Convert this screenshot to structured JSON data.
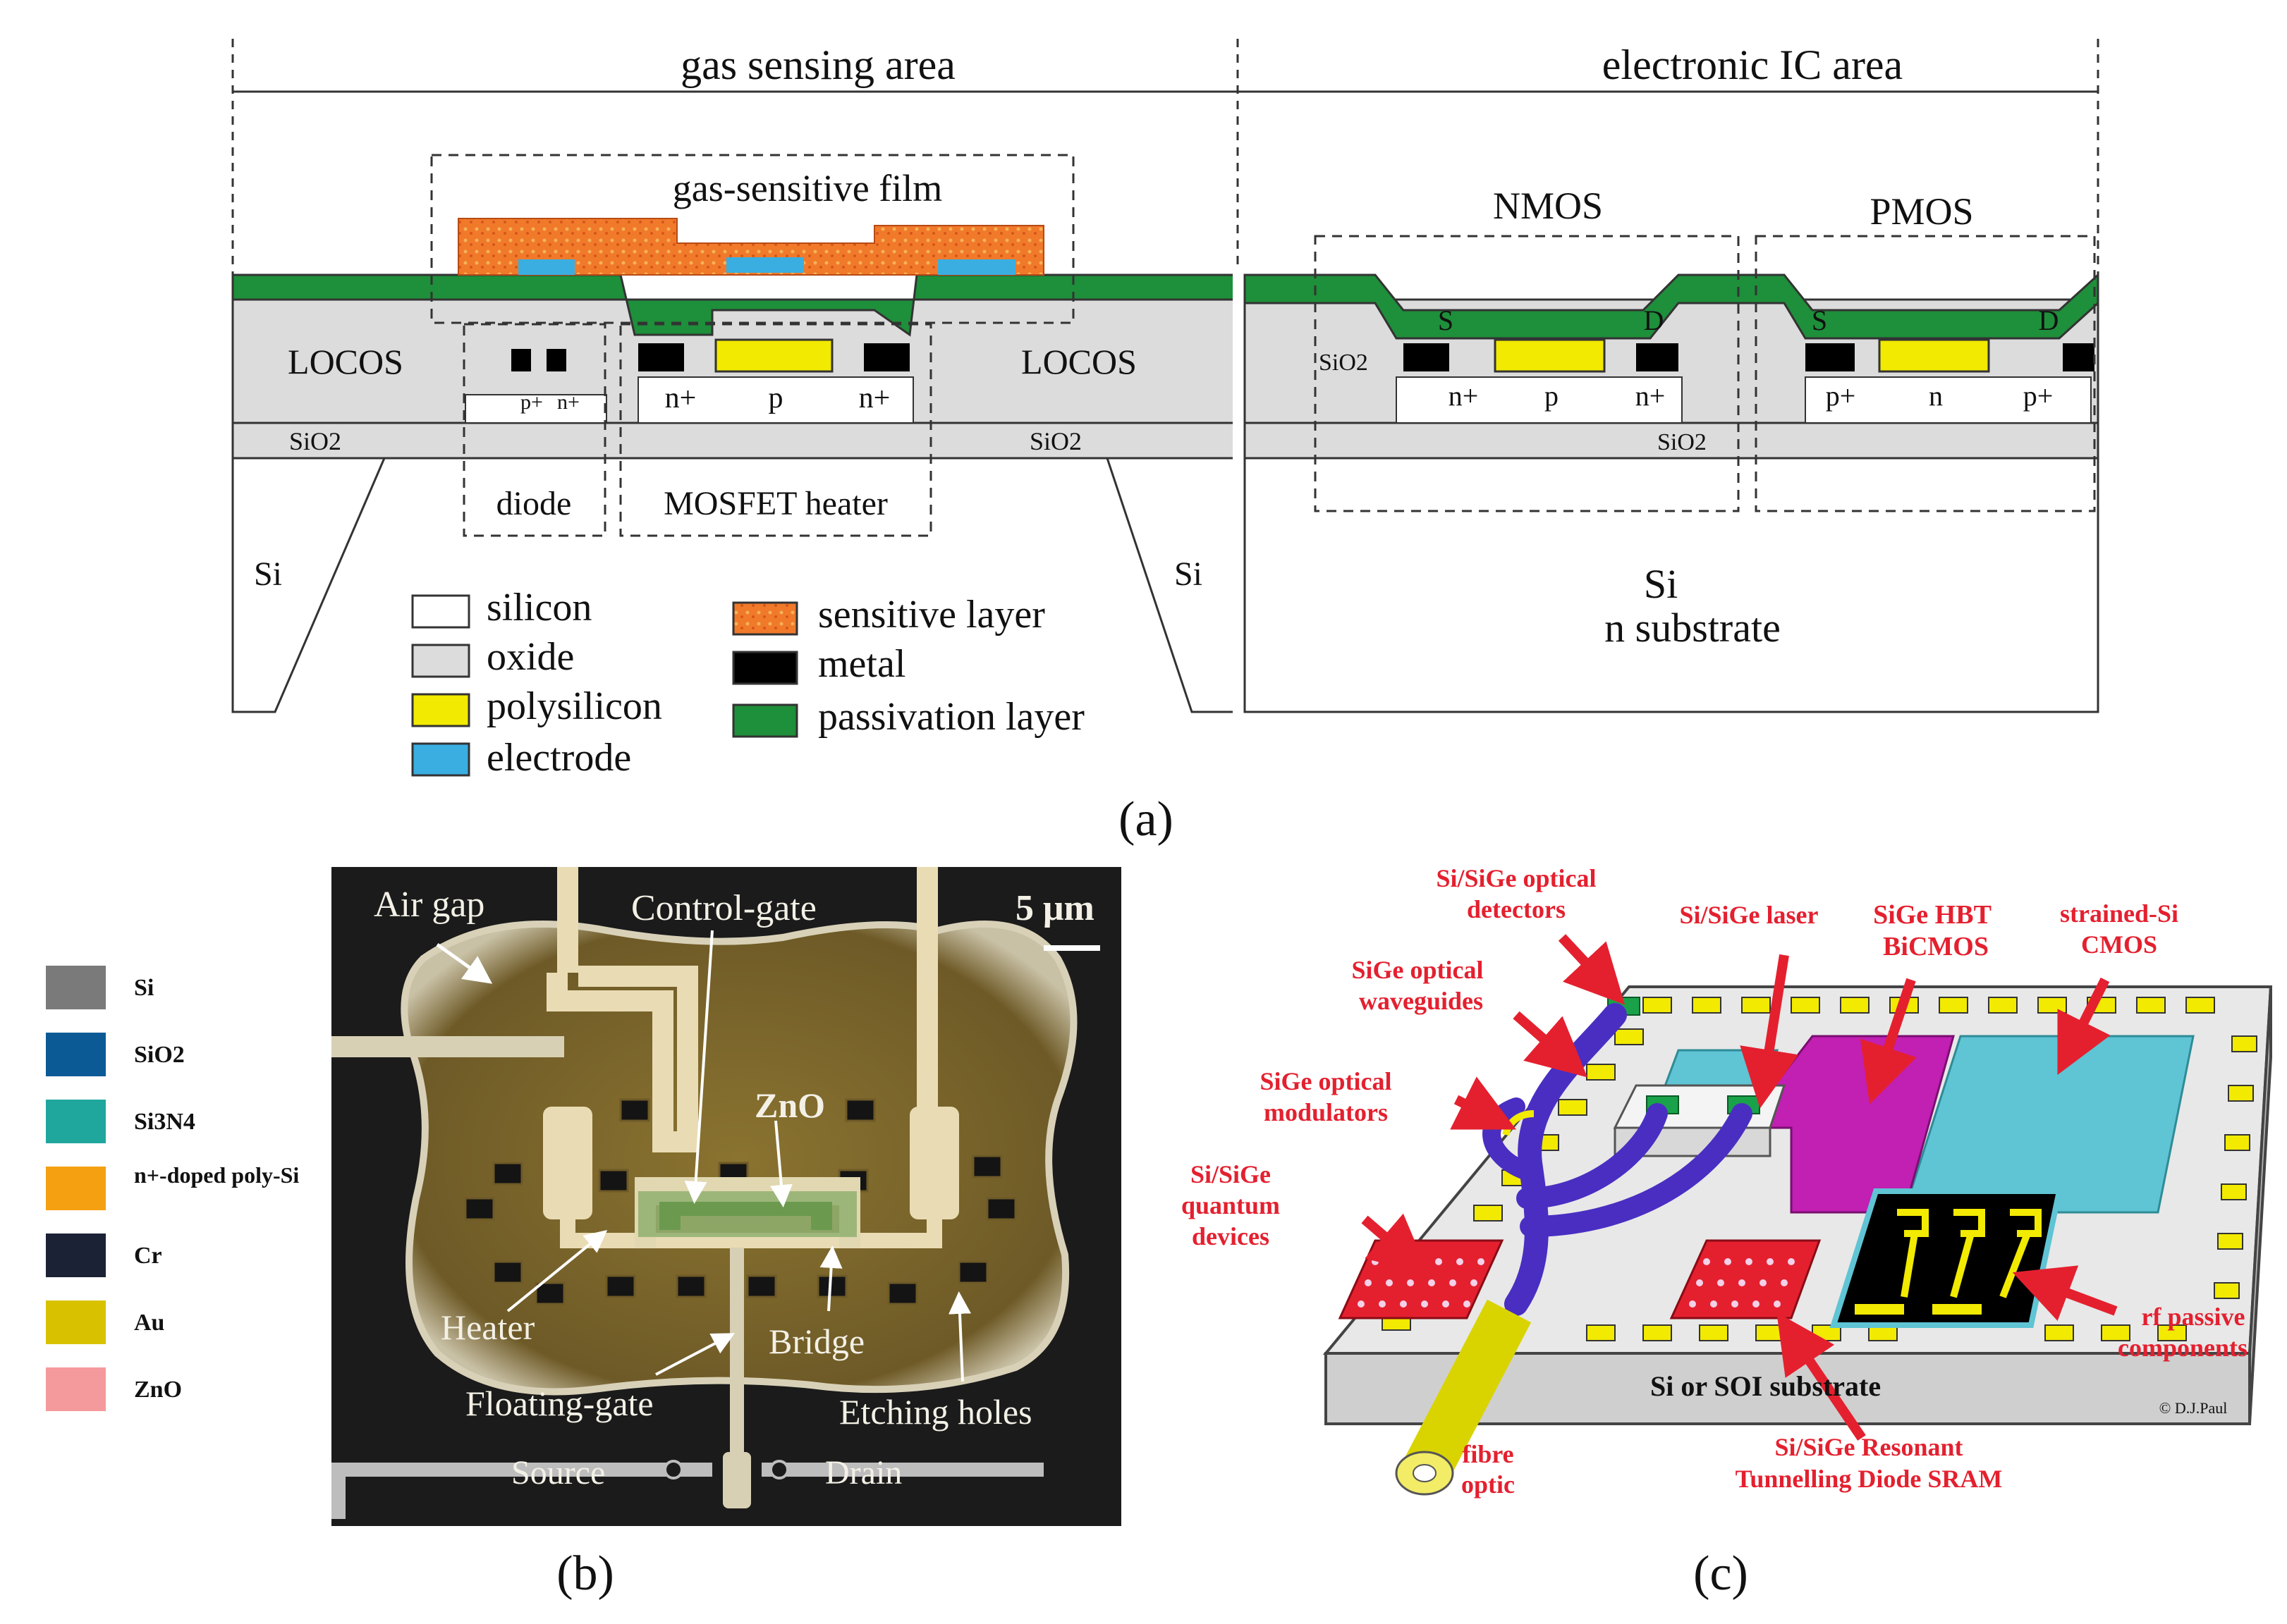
{
  "panel_a": {
    "areas": {
      "gas": "gas sensing area",
      "ic": "electronic IC area"
    },
    "film_title": "gas-sensitive film",
    "locos_left": "LOCOS",
    "locos_right": "LOCOS",
    "sio2_left": "SiO2",
    "sio2_mid": "SiO2",
    "sio2_ic_left": "SiO2",
    "sio2_ic_bottom": "SiO2",
    "diode_doping": [
      "p+",
      "n+"
    ],
    "mosfet_doping": [
      "n+",
      "p",
      "n+"
    ],
    "nmos_doping": [
      "n+",
      "p",
      "n+"
    ],
    "pmos_doping": [
      "p+",
      "n",
      "p+"
    ],
    "diode_label": "diode",
    "mosfet_label": "MOSFET heater",
    "nmos_label": "NMOS",
    "pmos_label": "PMOS",
    "source": "S",
    "drain": "D",
    "si_left": "Si",
    "si_mid": "Si",
    "si_substrate": "Si",
    "n_substrate": "n substrate",
    "legend": [
      {
        "label": "silicon",
        "color": "#ffffff"
      },
      {
        "label": "oxide",
        "color": "#dcdcdc"
      },
      {
        "label": "polysilicon",
        "color": "#f2ea00"
      },
      {
        "label": "electrode",
        "color": "#3aaee0"
      },
      {
        "label": "sensitive layer",
        "color": "#f07a2a"
      },
      {
        "label": "metal",
        "color": "#000000"
      },
      {
        "label": "passivation layer",
        "color": "#1e8f3a"
      }
    ],
    "caption": "(a)"
  },
  "panel_b": {
    "legend": [
      {
        "label": "Si",
        "color": "#7a7a7a"
      },
      {
        "label": "SiO2",
        "color": "#0b5a96"
      },
      {
        "label": "Si3N4",
        "color": "#1fa79e"
      },
      {
        "label": "n+-doped poly-Si",
        "color": "#f5a011"
      },
      {
        "label": "Cr",
        "color": "#1c2236"
      },
      {
        "label": "Au",
        "color": "#d8c200"
      },
      {
        "label": "ZnO",
        "color": "#f59a9c"
      }
    ],
    "labels": {
      "air_gap": "Air gap",
      "control_gate": "Control-gate",
      "scale": "5 μm",
      "zno": "ZnO",
      "heater": "Heater",
      "bridge": "Bridge",
      "floating_gate": "Floating-gate",
      "etching_holes": "Etching holes",
      "source": "Source",
      "drain": "Drain"
    },
    "caption": "(b)"
  },
  "panel_c": {
    "labels": {
      "detectors": [
        "Si/SiGe optical",
        "detectors"
      ],
      "laser": "Si/SiGe laser",
      "hbt": [
        "SiGe HBT",
        "BiCMOS"
      ],
      "strained": [
        "strained-Si",
        "CMOS"
      ],
      "waveguides": [
        "SiGe optical",
        "waveguides"
      ],
      "modulators": [
        "SiGe optical",
        "modulators"
      ],
      "quantum": [
        "Si/SiGe",
        "quantum",
        "devices"
      ],
      "rf": [
        "rf passive",
        "components"
      ],
      "substrate": "Si or SOI substrate",
      "copyright": "© D.J.Paul",
      "rtd": [
        "Si/SiGe Resonant",
        "Tunnelling Diode SRAM"
      ],
      "fibre": [
        "fibre",
        "optic"
      ]
    },
    "caption": "(c)"
  }
}
